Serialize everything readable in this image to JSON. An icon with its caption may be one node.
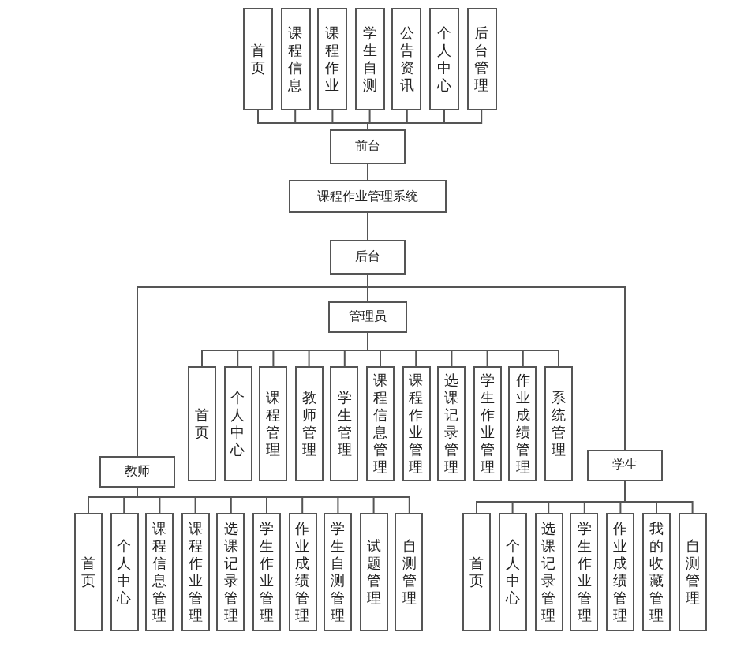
{
  "diagram": {
    "nodes": [
      {
        "text": [
          "首页"
        ]
      },
      {
        "text": [
          "课程信息"
        ]
      },
      {
        "text": [
          "课程作业"
        ]
      },
      {
        "text": [
          "学生自测"
        ]
      },
      {
        "text": [
          "公告资讯"
        ]
      },
      {
        "text": [
          "个人中心"
        ]
      },
      {
        "text": [
          "后台管理"
        ]
      },
      {
        "text": [
          "前台"
        ]
      },
      {
        "text": [
          "课程作业管理系统"
        ]
      },
      {
        "text": [
          "后台"
        ]
      },
      {
        "text": [
          "管理员"
        ]
      },
      {
        "text": [
          "首页"
        ]
      },
      {
        "text": [
          "个人中心"
        ]
      },
      {
        "text": [
          "课程管理"
        ]
      },
      {
        "text": [
          "教师管理"
        ]
      },
      {
        "text": [
          "学生管理"
        ]
      },
      {
        "text": [
          "课程信息管理"
        ]
      },
      {
        "text": [
          "课程作业管理"
        ]
      },
      {
        "text": [
          "选课记录管理"
        ]
      },
      {
        "text": [
          "学生作业管理"
        ]
      },
      {
        "text": [
          "作业成绩管理"
        ]
      },
      {
        "text": [
          "系统管理"
        ]
      },
      {
        "text": [
          "教师"
        ]
      },
      {
        "text": [
          "首页"
        ]
      },
      {
        "text": [
          "个人中心"
        ]
      },
      {
        "text": [
          "课程信息管理"
        ]
      },
      {
        "text": [
          "课程作业管理"
        ]
      },
      {
        "text": [
          "选课记录管理"
        ]
      },
      {
        "text": [
          "学生作业管理"
        ]
      },
      {
        "text": [
          "作业成绩管理"
        ]
      },
      {
        "text": [
          "学生自测管理"
        ]
      },
      {
        "text": [
          "试题管理"
        ]
      },
      {
        "text": [
          "自测管理"
        ]
      },
      {
        "text": [
          "学生"
        ]
      },
      {
        "text": [
          "首页"
        ]
      },
      {
        "text": [
          "个人中心"
        ]
      },
      {
        "text": [
          "选课记录管理"
        ]
      },
      {
        "text": [
          "学生作业管理"
        ]
      },
      {
        "text": [
          "作业成绩管理"
        ]
      },
      {
        "text": [
          "我的收藏管理"
        ]
      },
      {
        "text": [
          "自测管理"
        ]
      }
    ],
    "edges": [
      {
        "from": 7,
        "to": 0,
        "arrow": "none"
      },
      {
        "from": 7,
        "to": 1,
        "arrow": "none"
      },
      {
        "from": 7,
        "to": 2,
        "arrow": "none"
      },
      {
        "from": 7,
        "to": 3,
        "arrow": "none"
      },
      {
        "from": 7,
        "to": 4,
        "arrow": "none"
      },
      {
        "from": 7,
        "to": 5,
        "arrow": "none"
      },
      {
        "from": 7,
        "to": 6,
        "arrow": "none"
      },
      {
        "from": 7,
        "to": 8,
        "arrow": "none"
      },
      {
        "from": 8,
        "to": 9,
        "arrow": "none"
      },
      {
        "from": 9,
        "to": 10,
        "arrow": "none"
      },
      {
        "from": 9,
        "to": 22,
        "arrow": "none"
      },
      {
        "from": 9,
        "to": 33,
        "arrow": "none"
      },
      {
        "from": 10,
        "to": 11,
        "arrow": "none"
      },
      {
        "from": 10,
        "to": 12,
        "arrow": "none"
      },
      {
        "from": 10,
        "to": 13,
        "arrow": "none"
      },
      {
        "from": 10,
        "to": 14,
        "arrow": "none"
      },
      {
        "from": 10,
        "to": 15,
        "arrow": "none"
      },
      {
        "from": 10,
        "to": 16,
        "arrow": "none"
      },
      {
        "from": 10,
        "to": 17,
        "arrow": "none"
      },
      {
        "from": 10,
        "to": 18,
        "arrow": "none"
      },
      {
        "from": 10,
        "to": 19,
        "arrow": "none"
      },
      {
        "from": 10,
        "to": 20,
        "arrow": "none"
      },
      {
        "from": 10,
        "to": 21,
        "arrow": "none"
      },
      {
        "from": 22,
        "to": 23,
        "arrow": "none"
      },
      {
        "from": 22,
        "to": 24,
        "arrow": "none"
      },
      {
        "from": 22,
        "to": 25,
        "arrow": "none"
      },
      {
        "from": 22,
        "to": 26,
        "arrow": "none"
      },
      {
        "from": 22,
        "to": 27,
        "arrow": "none"
      },
      {
        "from": 22,
        "to": 28,
        "arrow": "none"
      },
      {
        "from": 22,
        "to": 29,
        "arrow": "none"
      },
      {
        "from": 22,
        "to": 30,
        "arrow": "none"
      },
      {
        "from": 22,
        "to": 31,
        "arrow": "none"
      },
      {
        "from": 22,
        "to": 32,
        "arrow": "none"
      },
      {
        "from": 33,
        "to": 34,
        "arrow": "none"
      },
      {
        "from": 33,
        "to": 35,
        "arrow": "none"
      },
      {
        "from": 33,
        "to": 36,
        "arrow": "none"
      },
      {
        "from": 33,
        "to": 37,
        "arrow": "none"
      },
      {
        "from": 33,
        "to": 38,
        "arrow": "none"
      },
      {
        "from": 33,
        "to": 39,
        "arrow": "none"
      },
      {
        "from": 33,
        "to": 40,
        "arrow": "none"
      }
    ]
  }
}
